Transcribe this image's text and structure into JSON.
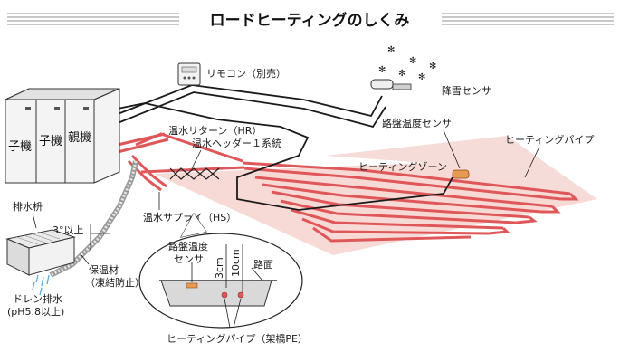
{
  "title": "ロードヒーティングのしくみ",
  "labels": {
    "remote": "リモコン（別売）",
    "snow_sensor": "降雪センサ",
    "road_temp_sensor": "路盤温度センサ",
    "heating_pipe": "ヒーティングパイプ",
    "heating_zone": "ヒーティングゾーン",
    "return_hr": "温水リターン（HR）",
    "header": "温水ヘッダー１系統",
    "supply_hs": "温水サプライ（HS）",
    "drain_box": "排水枡",
    "slope": "3°以上",
    "insulation_l1": "保温材",
    "insulation_l2": "（凍結防止）",
    "drain_l1": "ドレン排水",
    "drain_l2": "(pH5.8以上)"
  },
  "units": {
    "child1": "子機",
    "child2": "子機",
    "parent": "親機"
  },
  "detail": {
    "sensor_l1": "路盤温度",
    "sensor_l2": "センサ",
    "depth_3": "3cm",
    "depth_10": "10cm",
    "road_surface": "路面",
    "pipe_label": "ヒーティングパイプ（架橋PE）"
  },
  "colors": {
    "pipe_red": "#e0575a",
    "zone_pink": "#f7d9d6",
    "ink": "#1a1a1a",
    "sensor_orange": "#e89a52",
    "water_blue": "#5aa9e0"
  }
}
